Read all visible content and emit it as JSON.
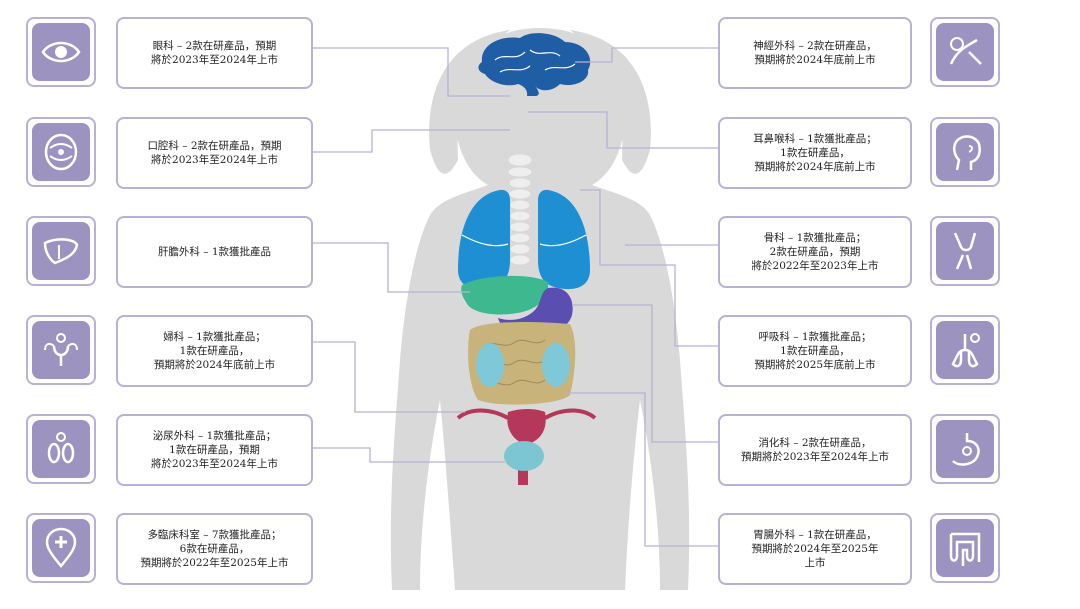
{
  "left_categories": [
    {
      "id": "ophthalmology",
      "icon": "eye-icon",
      "text": "眼科 – 2款在研產品，預期\n將於2023年至2024年上市"
    },
    {
      "id": "dentistry",
      "icon": "mouth-icon",
      "text": "口腔科 – 2款在研產品，預期\n將於2023年至2024年上市"
    },
    {
      "id": "hepatobiliary-surgery",
      "icon": "liver-icon",
      "text": "肝膽外科 – 1款獲批產品"
    },
    {
      "id": "gynecology",
      "icon": "uterus-icon",
      "text": "婦科 – 1款獲批產品；\n1款在研產品，\n預期將於2024年底前上市"
    },
    {
      "id": "urology",
      "icon": "bladder-icon",
      "text": "泌尿外科 – 1款獲批產品；\n1款在研產品，預期\n將於2023年至2024年上市"
    },
    {
      "id": "multidisciplinary",
      "icon": "location-plus-icon",
      "text": "多臨床科室 – 7款獲批產品；\n6款在研產品，\n預期將於2022年至2025年上市"
    }
  ],
  "right_categories": [
    {
      "id": "neurosurgery",
      "icon": "brain-muscle-icon",
      "text": "神經外科 – 2款在研產品，\n預期將於2024年底前上市"
    },
    {
      "id": "ent",
      "icon": "head-profile-icon",
      "text": "耳鼻喉科 – 1款獲批產品；\n1款在研產品，\n預期將於2024年底前上市"
    },
    {
      "id": "orthopedics",
      "icon": "knee-icon",
      "text": "骨科 – 1款獲批產品；\n2款在研產品，預期\n將於2022年至2023年上市"
    },
    {
      "id": "respiratory",
      "icon": "lungs-icon",
      "text": "呼吸科 – 1款獲批產品；\n1款在研產品，\n預期將於2025年底前上市"
    },
    {
      "id": "gastroenterology",
      "icon": "stomach-icon",
      "text": "消化科 – 2款在研產品，\n預期將於2023年至2024年上市"
    },
    {
      "id": "gastrointestinal-surgery",
      "icon": "intestine-icon",
      "text": "胃腸外科 – 1款在研產品，\n預期將於2024年至2025年\n上市"
    }
  ],
  "colors": {
    "frame_border": "#b9b1d3",
    "icon_tile": "#9d93c1",
    "silhouette": "#d9d9d9",
    "brain": "#1f5ea5",
    "lungs": "#1f8fd4",
    "liver": "#3db88f",
    "stomach": "#5a4fb0",
    "intestine": "#c8b37a",
    "kidney": "#7ec8d8",
    "uterus": "#b5385a",
    "bladder": "#7cc5d3",
    "spine": "#eeeeee"
  }
}
